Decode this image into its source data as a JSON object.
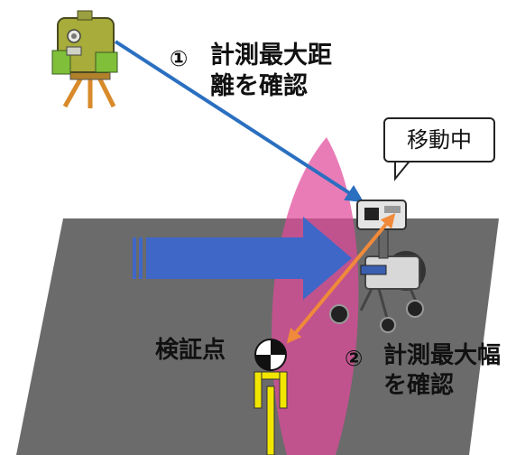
{
  "labels": {
    "step1_number": "①",
    "step1_line1": "計測最大距",
    "step1_line2": "離を確認",
    "step2_number": "②",
    "step2_line1": "計測最大幅",
    "step2_line2": "を確認",
    "check_point": "検証点",
    "moving": "移動中"
  },
  "icons": [
    "total-station-icon",
    "scanner-cart-icon",
    "check-point-target-icon"
  ],
  "colors": {
    "ground": "#6b6b6b",
    "scan_fan": "#e04a9a",
    "motion_arrow": "#3f67c8",
    "distance_arrow": "#2a6fc0",
    "width_arrow": "#f08a3a",
    "target_pole": "#f2e600"
  }
}
